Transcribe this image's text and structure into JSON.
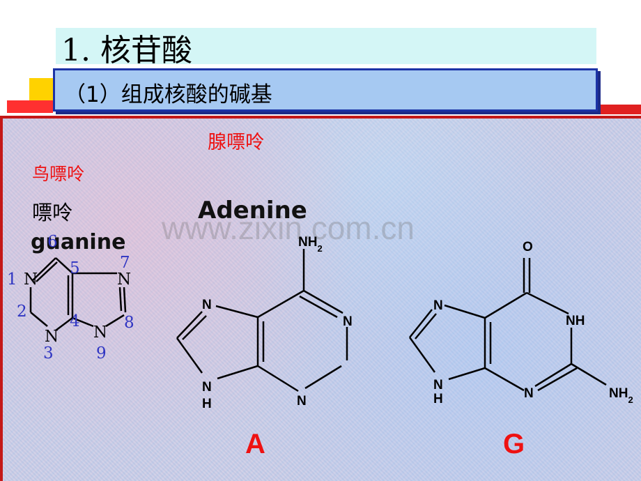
{
  "slide": {
    "title": "1. 核苷酸",
    "subtitle": "（1）组成核酸的碱基"
  },
  "labels": {
    "adenine_cn": "腺嘌呤",
    "guanine_cn": "鸟嘌呤",
    "purine_cn": "嘌呤",
    "adenine_en": "Adenine",
    "guanine_en": "guanine",
    "letter_a": "A",
    "letter_g": "G"
  },
  "watermark": "www.zixin.com.cn",
  "purine": {
    "atoms": [
      "N",
      "N",
      "N",
      "N"
    ],
    "numbers": [
      "1",
      "2",
      "3",
      "4",
      "5",
      "6",
      "7",
      "8",
      "9"
    ]
  },
  "adenine": {
    "substituent": "NH2",
    "atoms": [
      "N",
      "N",
      "N",
      "N",
      "H"
    ]
  },
  "guanine": {
    "substituents": [
      "O",
      "NH2"
    ],
    "atoms": [
      "N",
      "NH",
      "N",
      "N",
      "H"
    ]
  },
  "colors": {
    "accent_red": "#ee1111",
    "number_blue": "#2f35c2",
    "subtitle_fill": "#a6c9f2",
    "title_fill": "#d4f6f6",
    "frame_red": "#c41818"
  }
}
